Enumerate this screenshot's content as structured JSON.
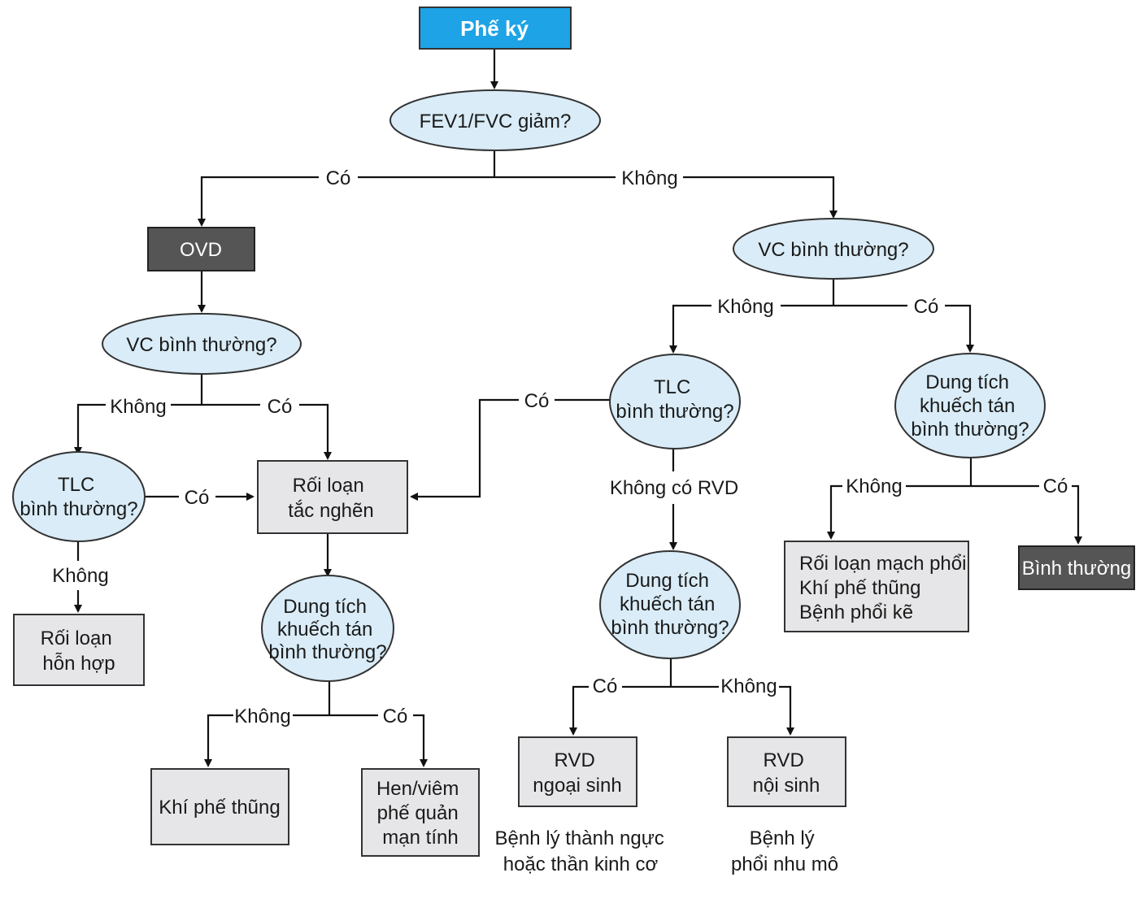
{
  "nodes": {
    "root": [
      "Phế ký"
    ],
    "q_fev": [
      "FEV1/FVC giảm?"
    ],
    "ovd": [
      "OVD"
    ],
    "q_vc_left": [
      "VC bình thường?"
    ],
    "q_tlc_left": [
      "TLC",
      "bình thường?"
    ],
    "mixed": [
      "Rối loạn",
      "hỗn hợp"
    ],
    "obstructive": [
      "Rối loạn",
      "tắc nghẽn"
    ],
    "q_dlco_left": [
      "Dung tích",
      "khuếch tán",
      "bình thường?"
    ],
    "emphysema": [
      "Khí phế thũng"
    ],
    "asthma": [
      "Hen/viêm",
      "phế quản",
      "mạn tính"
    ],
    "q_vc_right": [
      "VC bình thường?"
    ],
    "q_tlc_mid": [
      "TLC",
      "bình thường?"
    ],
    "q_dlco_mid": [
      "Dung tích",
      "khuếch tán",
      "bình thường?"
    ],
    "rvd_ext": [
      "RVD",
      "ngoại sinh"
    ],
    "rvd_int": [
      "RVD",
      "nội sinh"
    ],
    "q_dlco_right": [
      "Dung tích",
      "khuếch tán",
      "bình thường?"
    ],
    "vascular": [
      "Rối loạn mạch phổi",
      "Khí phế thũng",
      "Bệnh phổi kẽ"
    ],
    "normal": [
      "Bình thường"
    ]
  },
  "edge_labels": {
    "fev_yes": "Có",
    "fev_no": "Không",
    "vcl_no": "Không",
    "vcl_yes": "Có",
    "tlcl_yes": "Có",
    "tlcl_no": "Không",
    "dlcol_no": "Không",
    "dlcol_yes": "Có",
    "vcr_no": "Không",
    "vcr_yes": "Có",
    "tlcm_yes": "Có",
    "tlcm_no": "Không có RVD",
    "dlcom_yes": "Có",
    "dlcom_no": "Không",
    "dlcor_no": "Không",
    "dlcor_yes": "Có"
  },
  "notes": {
    "ext": [
      "Bệnh lý thành ngực",
      "hoặc thần kinh cơ"
    ],
    "int": [
      "Bệnh lý",
      "phổi nhu mô"
    ]
  }
}
